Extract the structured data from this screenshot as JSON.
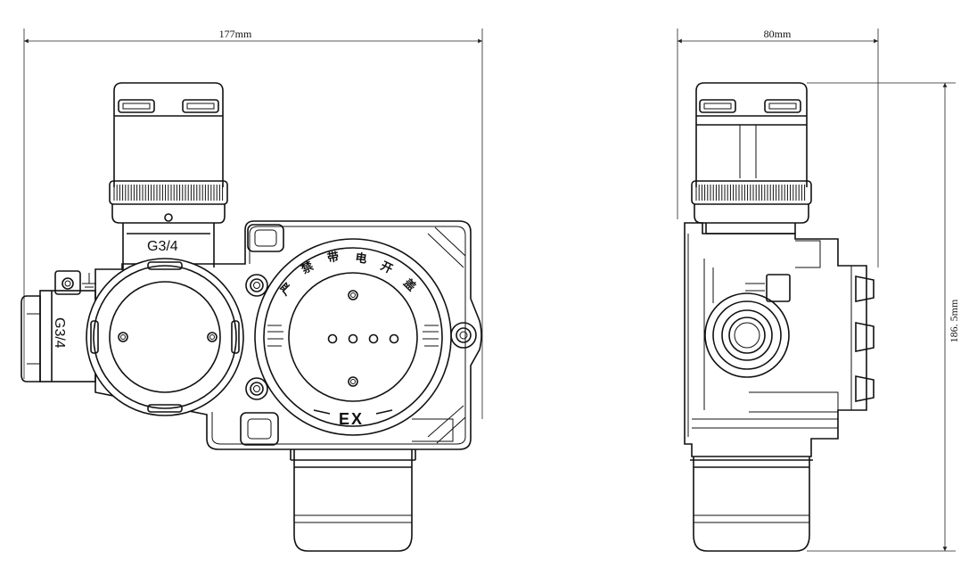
{
  "dimensions": {
    "front_width": "177mm",
    "side_width": "80mm",
    "height": "186. 5mm"
  },
  "labels": {
    "thread_top": "G3/4",
    "thread_left": "G3/4",
    "ex_mark": "EX",
    "display_text_chars": [
      "严",
      "禁",
      "带",
      "电",
      "开",
      "盖"
    ]
  }
}
